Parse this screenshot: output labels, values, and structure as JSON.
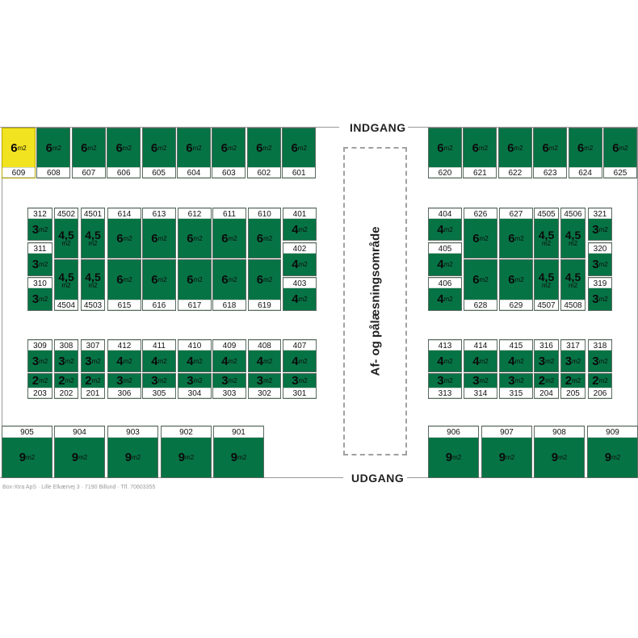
{
  "labels": {
    "entrance": "INDGANG",
    "exit": "UDGANG",
    "loading_zone": "Af- og pålæsningsområde"
  },
  "footer": "Box-Xtra ApS · Lille Elkærvej 3 · 7190 Billund · Tlf. 70603355",
  "colors": {
    "unit": "#067345",
    "highlighted_unit": "#f2e320",
    "label_bg": "#ffffff"
  },
  "units": [
    {
      "number": "609",
      "size": "6",
      "unit": "m2",
      "highlighted": true
    },
    {
      "number": "608",
      "size": "6",
      "unit": "m2"
    },
    {
      "number": "607",
      "size": "6",
      "unit": "m2"
    },
    {
      "number": "606",
      "size": "6",
      "unit": "m2"
    },
    {
      "number": "605",
      "size": "6",
      "unit": "m2"
    },
    {
      "number": "604",
      "size": "6",
      "unit": "m2"
    },
    {
      "number": "603",
      "size": "6",
      "unit": "m2"
    },
    {
      "number": "602",
      "size": "6",
      "unit": "m2"
    },
    {
      "number": "601",
      "size": "6",
      "unit": "m2"
    },
    {
      "number": "620",
      "size": "6",
      "unit": "m2"
    },
    {
      "number": "621",
      "size": "6",
      "unit": "m2"
    },
    {
      "number": "622",
      "size": "6",
      "unit": "m2"
    },
    {
      "number": "623",
      "size": "6",
      "unit": "m2"
    },
    {
      "number": "624",
      "size": "6",
      "unit": "m2"
    },
    {
      "number": "625",
      "size": "6",
      "unit": "m2"
    },
    {
      "number": "312",
      "size": "3",
      "unit": "m2"
    },
    {
      "number": "311",
      "size": "3",
      "unit": "m2"
    },
    {
      "number": "310",
      "size": "3",
      "unit": "m2"
    },
    {
      "number": "4502",
      "size": "4,5",
      "unit": "m2"
    },
    {
      "number": "4501",
      "size": "4,5",
      "unit": "m2"
    },
    {
      "number": "4504",
      "size": "4,5",
      "unit": "m2"
    },
    {
      "number": "4503",
      "size": "4,5",
      "unit": "m2"
    },
    {
      "number": "614",
      "size": "6",
      "unit": "m2"
    },
    {
      "number": "613",
      "size": "6",
      "unit": "m2"
    },
    {
      "number": "612",
      "size": "6",
      "unit": "m2"
    },
    {
      "number": "611",
      "size": "6",
      "unit": "m2"
    },
    {
      "number": "610",
      "size": "6",
      "unit": "m2"
    },
    {
      "number": "615",
      "size": "6",
      "unit": "m2"
    },
    {
      "number": "616",
      "size": "6",
      "unit": "m2"
    },
    {
      "number": "617",
      "size": "6",
      "unit": "m2"
    },
    {
      "number": "618",
      "size": "6",
      "unit": "m2"
    },
    {
      "number": "619",
      "size": "6",
      "unit": "m2"
    },
    {
      "number": "401",
      "size": "4",
      "unit": "m2"
    },
    {
      "number": "402",
      "size": "4",
      "unit": "m2"
    },
    {
      "number": "403",
      "size": "4",
      "unit": "m2"
    },
    {
      "number": "404",
      "size": "4",
      "unit": "m2"
    },
    {
      "number": "405",
      "size": "4",
      "unit": "m2"
    },
    {
      "number": "406",
      "size": "4",
      "unit": "m2"
    },
    {
      "number": "626",
      "size": "6",
      "unit": "m2"
    },
    {
      "number": "627",
      "size": "6",
      "unit": "m2"
    },
    {
      "number": "628",
      "size": "6",
      "unit": "m2"
    },
    {
      "number": "629",
      "size": "6",
      "unit": "m2"
    },
    {
      "number": "4505",
      "size": "4,5",
      "unit": "m2"
    },
    {
      "number": "4506",
      "size": "4,5",
      "unit": "m2"
    },
    {
      "number": "4507",
      "size": "4,5",
      "unit": "m2"
    },
    {
      "number": "4508",
      "size": "4,5",
      "unit": "m2"
    },
    {
      "number": "321",
      "size": "3",
      "unit": "m2"
    },
    {
      "number": "320",
      "size": "3",
      "unit": "m2"
    },
    {
      "number": "319",
      "size": "3",
      "unit": "m2"
    },
    {
      "number": "309",
      "size": "3",
      "unit": "m2"
    },
    {
      "number": "308",
      "size": "3",
      "unit": "m2"
    },
    {
      "number": "307",
      "size": "3",
      "unit": "m2"
    },
    {
      "number": "412",
      "size": "4",
      "unit": "m2"
    },
    {
      "number": "411",
      "size": "4",
      "unit": "m2"
    },
    {
      "number": "410",
      "size": "4",
      "unit": "m2"
    },
    {
      "number": "409",
      "size": "4",
      "unit": "m2"
    },
    {
      "number": "408",
      "size": "4",
      "unit": "m2"
    },
    {
      "number": "407",
      "size": "4",
      "unit": "m2"
    },
    {
      "number": "203",
      "size": "2",
      "unit": "m2"
    },
    {
      "number": "202",
      "size": "2",
      "unit": "m2"
    },
    {
      "number": "201",
      "size": "2",
      "unit": "m2"
    },
    {
      "number": "306",
      "size": "3",
      "unit": "m2"
    },
    {
      "number": "305",
      "size": "3",
      "unit": "m2"
    },
    {
      "number": "304",
      "size": "3",
      "unit": "m2"
    },
    {
      "number": "303",
      "size": "3",
      "unit": "m2"
    },
    {
      "number": "302",
      "size": "3",
      "unit": "m2"
    },
    {
      "number": "301",
      "size": "3",
      "unit": "m2"
    },
    {
      "number": "413",
      "size": "4",
      "unit": "m2"
    },
    {
      "number": "414",
      "size": "4",
      "unit": "m2"
    },
    {
      "number": "415",
      "size": "4",
      "unit": "m2"
    },
    {
      "number": "316",
      "size": "3",
      "unit": "m2"
    },
    {
      "number": "317",
      "size": "3",
      "unit": "m2"
    },
    {
      "number": "318",
      "size": "3",
      "unit": "m2"
    },
    {
      "number": "313",
      "size": "3",
      "unit": "m2"
    },
    {
      "number": "314",
      "size": "3",
      "unit": "m2"
    },
    {
      "number": "315",
      "size": "3",
      "unit": "m2"
    },
    {
      "number": "204",
      "size": "2",
      "unit": "m2"
    },
    {
      "number": "205",
      "size": "2",
      "unit": "m2"
    },
    {
      "number": "206",
      "size": "2",
      "unit": "m2"
    },
    {
      "number": "905",
      "size": "9",
      "unit": "m2"
    },
    {
      "number": "904",
      "size": "9",
      "unit": "m2"
    },
    {
      "number": "903",
      "size": "9",
      "unit": "m2"
    },
    {
      "number": "902",
      "size": "9",
      "unit": "m2"
    },
    {
      "number": "901",
      "size": "9",
      "unit": "m2"
    },
    {
      "number": "906",
      "size": "9",
      "unit": "m2"
    },
    {
      "number": "907",
      "size": "9",
      "unit": "m2"
    },
    {
      "number": "908",
      "size": "9",
      "unit": "m2"
    },
    {
      "number": "909",
      "size": "9",
      "unit": "m2"
    }
  ]
}
